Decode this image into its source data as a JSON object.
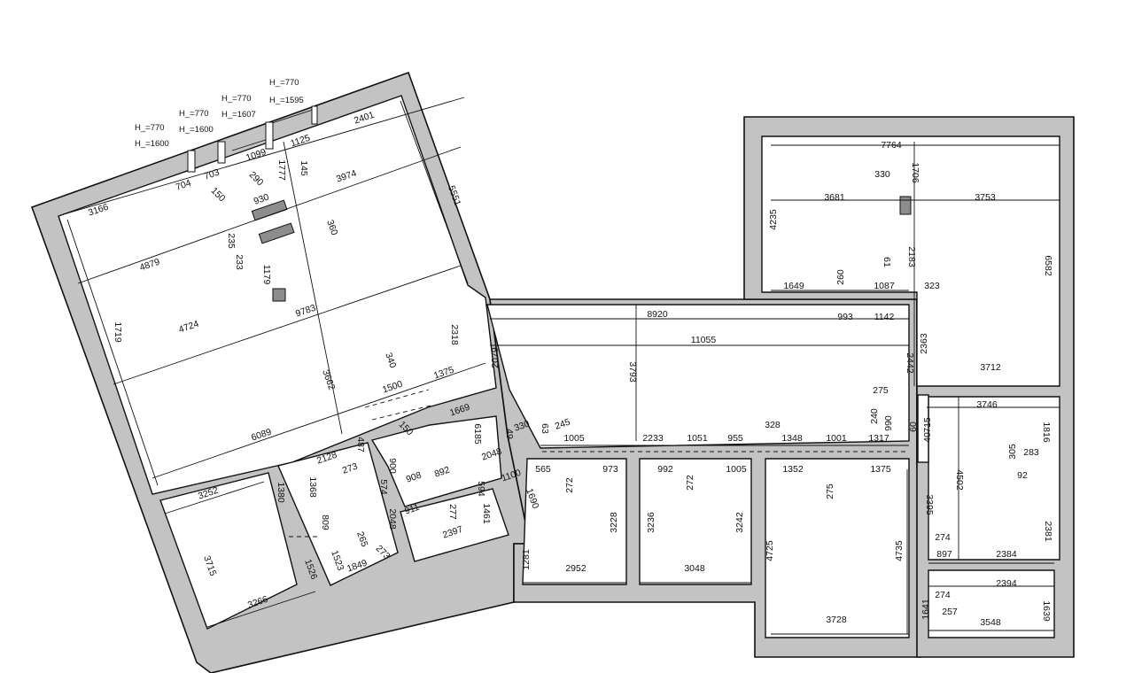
{
  "sill_notes": [
    {
      "h1": "H_=770",
      "h2": "H_=1600"
    },
    {
      "h1": "H_=770",
      "h2": "H_=1600"
    },
    {
      "h1": "H_=770",
      "h2": "H_=1607"
    },
    {
      "h1": "H_=770",
      "h2": "H_=1595"
    }
  ],
  "dims": {
    "left_block": [
      "3166",
      "704",
      "703",
      "150",
      "290",
      "1099",
      "1777",
      "145",
      "1125",
      "2401",
      "3974",
      "930",
      "360",
      "5551",
      "4879",
      "235",
      "233",
      "1179",
      "1719",
      "4724",
      "9783",
      "3662",
      "2318",
      "340",
      "1375",
      "1500",
      "1669",
      "6089",
      "150",
      "49",
      "2128",
      "487",
      "273",
      "900",
      "574",
      "3252",
      "1380",
      "1368",
      "809",
      "908",
      "892",
      "911",
      "277",
      "594",
      "1461",
      "2397",
      "2048",
      "6185",
      "330",
      "63",
      "245",
      "1100",
      "1690",
      "3715",
      "1526",
      "1523",
      "2048",
      "265",
      "1849",
      "273",
      "3266"
    ],
    "center": [
      "8920",
      "11055",
      "2079",
      "3793",
      "1005",
      "2233",
      "1051",
      "955",
      "328",
      "1348",
      "1001",
      "1317",
      "565",
      "973",
      "992",
      "1005",
      "1352",
      "1375",
      "272",
      "272",
      "275",
      "3228",
      "3236",
      "3242",
      "4725",
      "4735",
      "1281",
      "2952",
      "3048",
      "3728"
    ],
    "right": [
      "7764",
      "330",
      "1706",
      "3681",
      "3753",
      "4235",
      "6582",
      "2183",
      "61",
      "260",
      "1649",
      "1087",
      "323",
      "993",
      "1142",
      "2363",
      "2442",
      "3712",
      "275",
      "240",
      "990",
      "715",
      "60",
      "40",
      "3746",
      "305",
      "283",
      "1816",
      "92",
      "4502",
      "3395",
      "2381",
      "274",
      "897",
      "2384",
      "2394",
      "274",
      "1641",
      "257",
      "3548",
      "1639"
    ]
  }
}
